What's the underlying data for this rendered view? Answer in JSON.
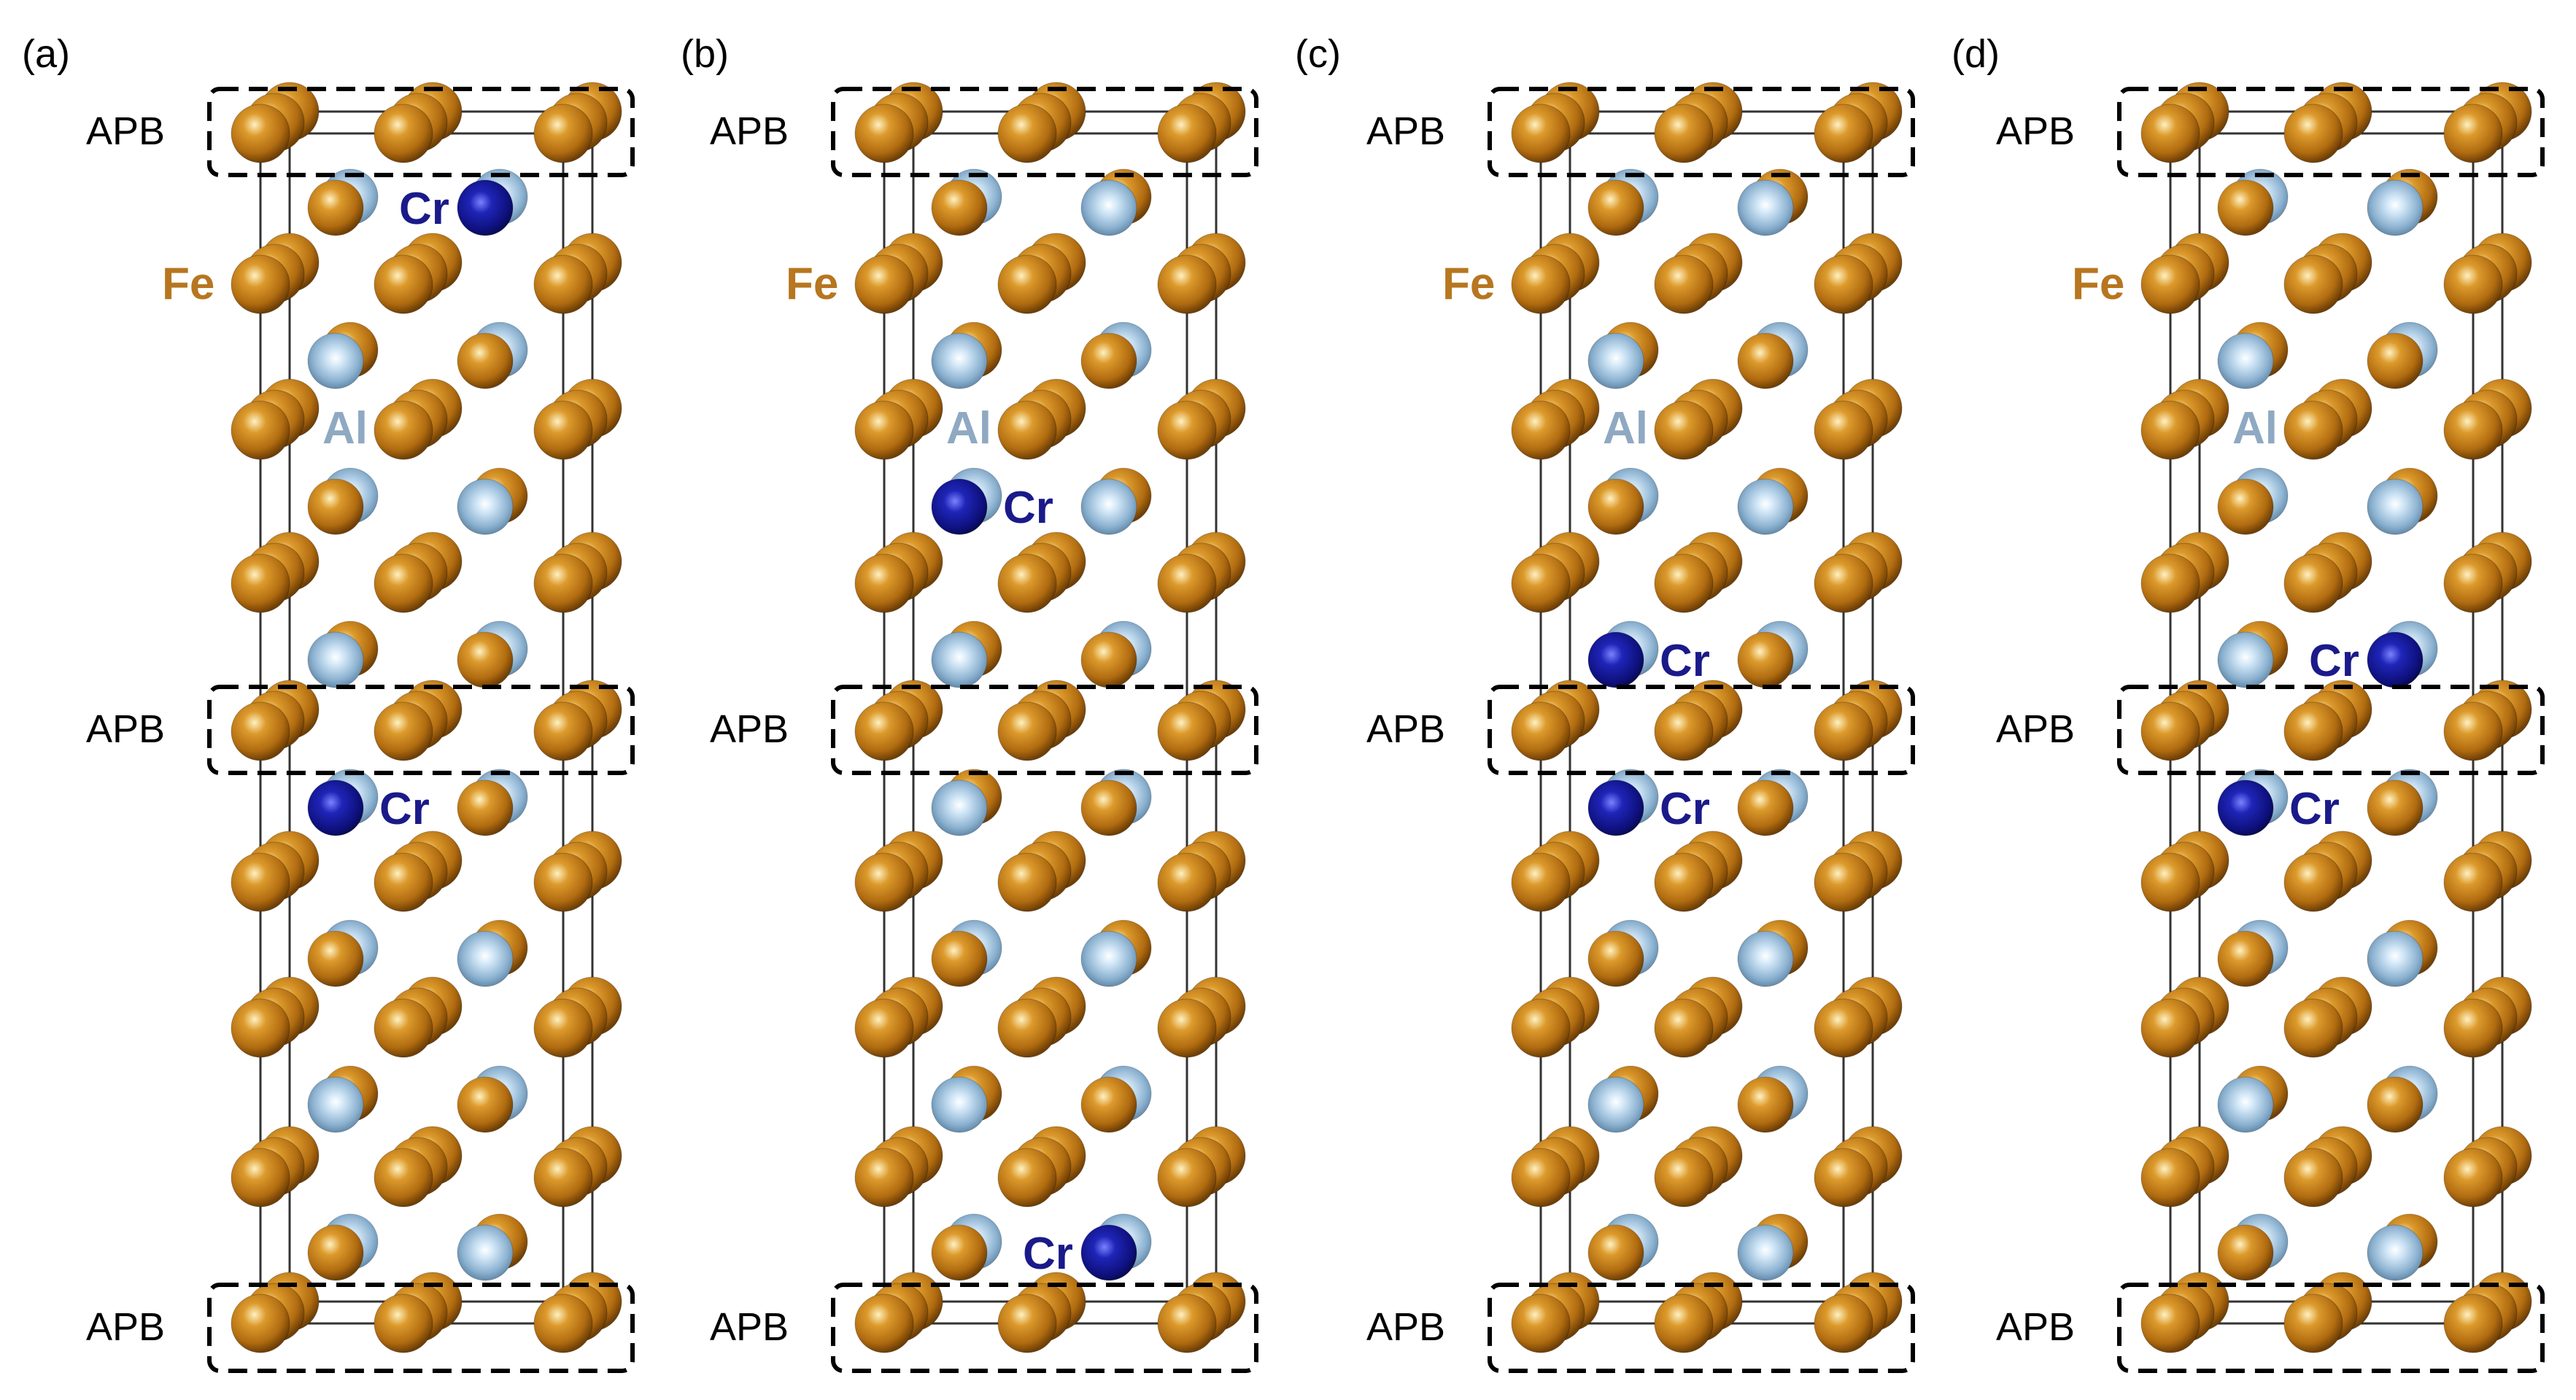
{
  "colors": {
    "fe": "#b8741a",
    "al": "#8fb3d1",
    "cr": "#15188c",
    "fe_label": "#b7761f",
    "al_label": "#8fa9c2",
    "cr_label": "#1a1a8a",
    "dashed_box": "#000000",
    "cell_lines": "#333333"
  },
  "legend": {
    "fe": "Fe",
    "al": "Al",
    "cr": "Cr"
  },
  "apb_label": "APB",
  "panels": [
    {
      "label": "(a)",
      "cr": [
        [
          0,
          1
        ],
        [
          4,
          0
        ]
      ]
    },
    {
      "label": "(b)",
      "cr": [
        [
          2,
          0
        ],
        [
          7,
          1
        ]
      ]
    },
    {
      "label": "(c)",
      "cr": [
        [
          3,
          0
        ],
        [
          4,
          0
        ]
      ]
    },
    {
      "label": "(d)",
      "cr": [
        [
          3,
          1
        ],
        [
          4,
          0
        ]
      ]
    }
  ]
}
